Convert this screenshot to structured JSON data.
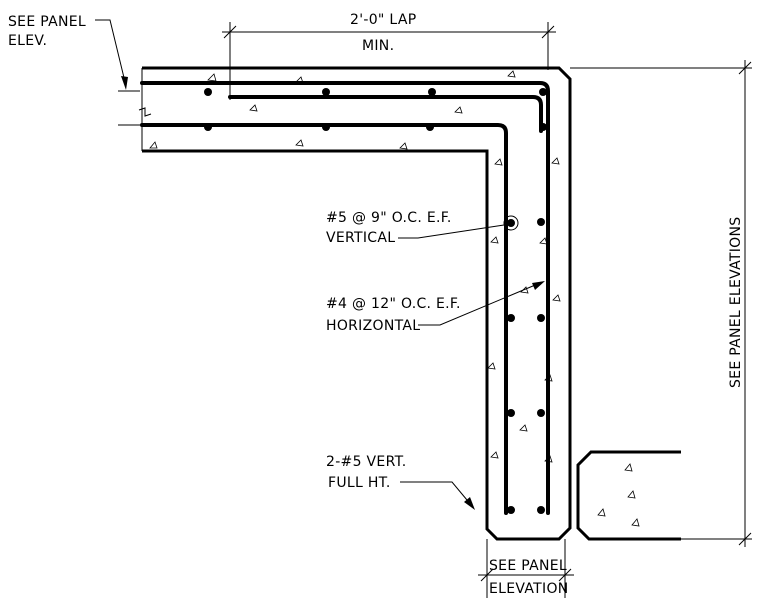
{
  "labels": {
    "see_panel_elev_line1": "SEE PANEL",
    "see_panel_elev_line2": "ELEV.",
    "lap_line1": "2'-0\" LAP",
    "lap_line2": "MIN.",
    "vertical_bars_line1": "#5 @ 9\" O.C. E.F.",
    "vertical_bars_line2": "VERTICAL",
    "horizontal_bars_line1": "#4 @ 12\" O.C. E.F.",
    "horizontal_bars_line2": "HORIZONTAL",
    "corner_bars_line1": "2-#5 VERT.",
    "corner_bars_line2": "FULL HT.",
    "see_panel_elevations": "SEE PANEL ELEVATIONS",
    "bottom_ref_line1": "SEE PANEL",
    "bottom_ref_line2": "ELEVATION"
  }
}
